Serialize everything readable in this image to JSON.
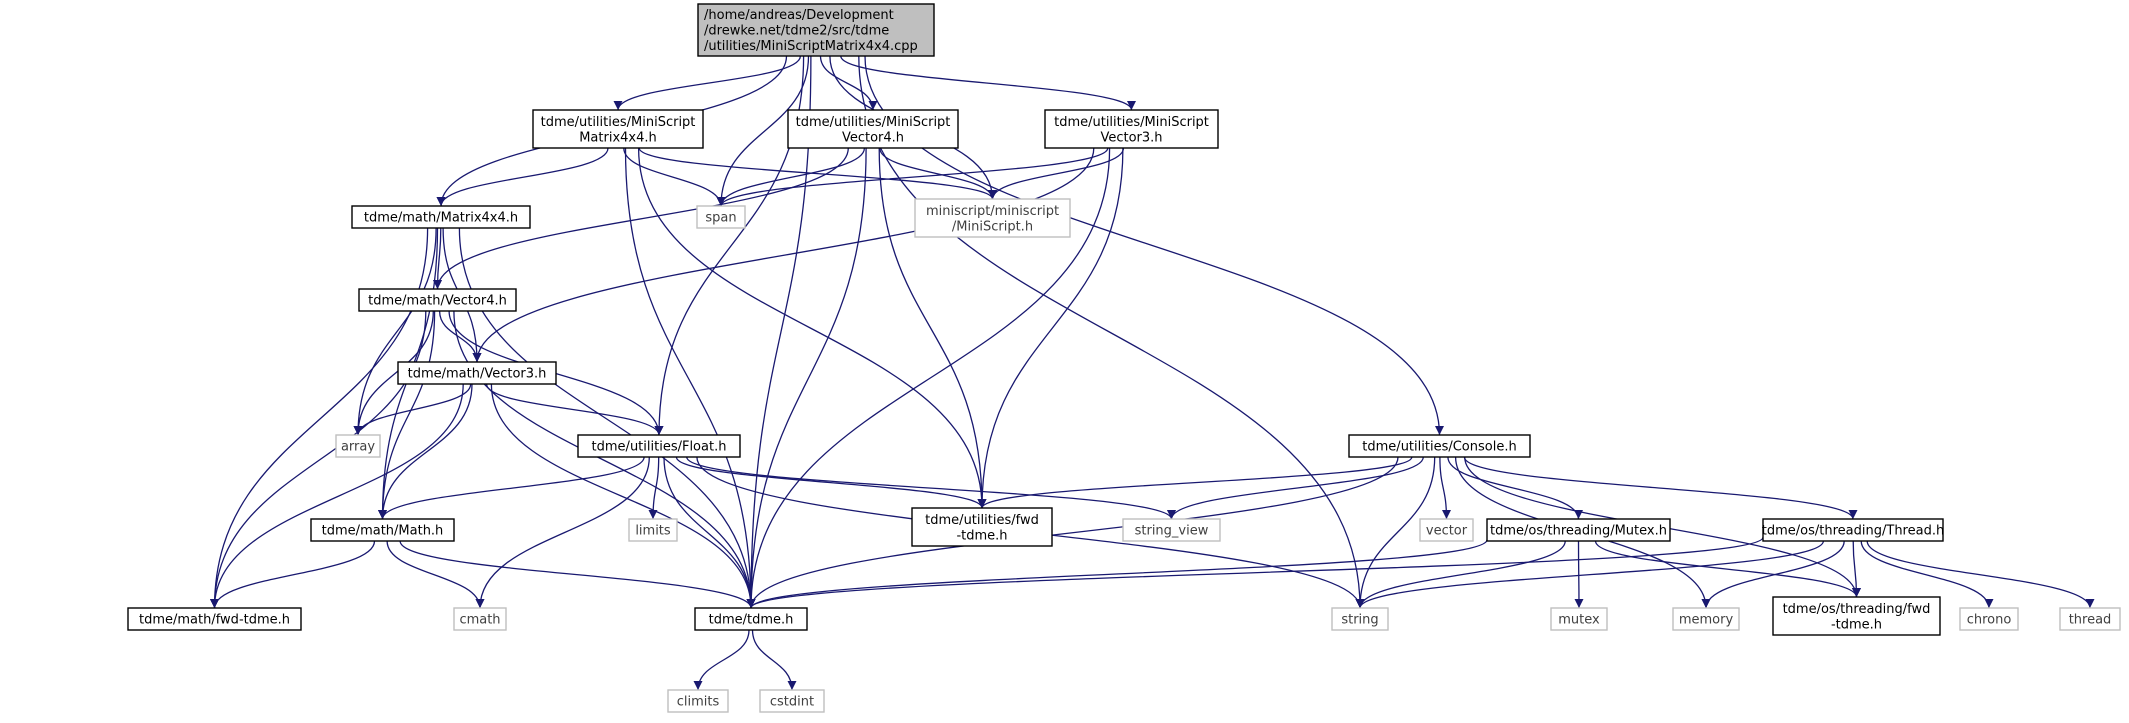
{
  "nodes": [
    {
      "id": "root",
      "lines": [
        "/home/andreas/Development",
        "/drewke.net/tdme2/src/tdme",
        "/utilities/MiniScriptMatrix4x4.cpp"
      ],
      "style": "root"
    },
    {
      "id": "ms_matrix_h",
      "lines": [
        "tdme/utilities/MiniScript",
        "Matrix4x4.h"
      ],
      "style": "black"
    },
    {
      "id": "ms_vector4_h",
      "lines": [
        "tdme/utilities/MiniScript",
        "Vector4.h"
      ],
      "style": "black"
    },
    {
      "id": "ms_vector3_h",
      "lines": [
        "tdme/utilities/MiniScript",
        "Vector3.h"
      ],
      "style": "black"
    },
    {
      "id": "matrix4x4_h",
      "lines": [
        "tdme/math/Matrix4x4.h"
      ],
      "style": "black"
    },
    {
      "id": "span",
      "lines": [
        "span"
      ],
      "style": "gray"
    },
    {
      "id": "miniscript_h",
      "lines": [
        "miniscript/miniscript",
        "/MiniScript.h"
      ],
      "style": "gray"
    },
    {
      "id": "vector4_h",
      "lines": [
        "tdme/math/Vector4.h"
      ],
      "style": "black"
    },
    {
      "id": "vector3_h",
      "lines": [
        "tdme/math/Vector3.h"
      ],
      "style": "black"
    },
    {
      "id": "array",
      "lines": [
        "array"
      ],
      "style": "gray"
    },
    {
      "id": "float_h",
      "lines": [
        "tdme/utilities/Float.h"
      ],
      "style": "black"
    },
    {
      "id": "console_h",
      "lines": [
        "tdme/utilities/Console.h"
      ],
      "style": "black"
    },
    {
      "id": "math_h",
      "lines": [
        "tdme/math/Math.h"
      ],
      "style": "black"
    },
    {
      "id": "limits",
      "lines": [
        "limits"
      ],
      "style": "gray"
    },
    {
      "id": "fwd_util",
      "lines": [
        "tdme/utilities/fwd",
        "-tdme.h"
      ],
      "style": "black"
    },
    {
      "id": "string_view",
      "lines": [
        "string_view"
      ],
      "style": "gray"
    },
    {
      "id": "vector",
      "lines": [
        "vector"
      ],
      "style": "gray"
    },
    {
      "id": "mutex_h",
      "lines": [
        "tdme/os/threading/Mutex.h"
      ],
      "style": "black"
    },
    {
      "id": "thread_h",
      "lines": [
        "tdme/os/threading/Thread.h"
      ],
      "style": "black"
    },
    {
      "id": "fwd_math",
      "lines": [
        "tdme/math/fwd-tdme.h"
      ],
      "style": "black"
    },
    {
      "id": "cmath",
      "lines": [
        "cmath"
      ],
      "style": "gray"
    },
    {
      "id": "tdme_h",
      "lines": [
        "tdme/tdme.h"
      ],
      "style": "black"
    },
    {
      "id": "string",
      "lines": [
        "string"
      ],
      "style": "gray"
    },
    {
      "id": "mutex",
      "lines": [
        "mutex"
      ],
      "style": "gray"
    },
    {
      "id": "memory",
      "lines": [
        "memory"
      ],
      "style": "gray"
    },
    {
      "id": "fwd_thread",
      "lines": [
        "tdme/os/threading/fwd",
        "-tdme.h"
      ],
      "style": "black"
    },
    {
      "id": "chrono",
      "lines": [
        "chrono"
      ],
      "style": "gray"
    },
    {
      "id": "thread",
      "lines": [
        "thread"
      ],
      "style": "gray"
    },
    {
      "id": "climits",
      "lines": [
        "climits"
      ],
      "style": "gray"
    },
    {
      "id": "cstdint",
      "lines": [
        "cstdint"
      ],
      "style": "gray"
    }
  ],
  "edges": [
    [
      "root",
      "ms_matrix_h"
    ],
    [
      "root",
      "ms_vector4_h"
    ],
    [
      "root",
      "ms_vector3_h"
    ],
    [
      "root",
      "matrix4x4_h"
    ],
    [
      "root",
      "span"
    ],
    [
      "root",
      "miniscript_h"
    ],
    [
      "root",
      "float_h"
    ],
    [
      "root",
      "console_h"
    ],
    [
      "root",
      "tdme_h"
    ],
    [
      "root",
      "string"
    ],
    [
      "ms_matrix_h",
      "matrix4x4_h"
    ],
    [
      "ms_matrix_h",
      "span"
    ],
    [
      "ms_matrix_h",
      "miniscript_h"
    ],
    [
      "ms_matrix_h",
      "tdme_h"
    ],
    [
      "ms_matrix_h",
      "fwd_util"
    ],
    [
      "ms_vector4_h",
      "span"
    ],
    [
      "ms_vector4_h",
      "miniscript_h"
    ],
    [
      "ms_vector4_h",
      "vector4_h"
    ],
    [
      "ms_vector4_h",
      "tdme_h"
    ],
    [
      "ms_vector4_h",
      "fwd_util"
    ],
    [
      "ms_vector3_h",
      "span"
    ],
    [
      "ms_vector3_h",
      "miniscript_h"
    ],
    [
      "ms_vector3_h",
      "vector3_h"
    ],
    [
      "ms_vector3_h",
      "tdme_h"
    ],
    [
      "ms_vector3_h",
      "fwd_util"
    ],
    [
      "matrix4x4_h",
      "vector4_h"
    ],
    [
      "matrix4x4_h",
      "vector3_h"
    ],
    [
      "matrix4x4_h",
      "array"
    ],
    [
      "matrix4x4_h",
      "math_h"
    ],
    [
      "matrix4x4_h",
      "fwd_math"
    ],
    [
      "matrix4x4_h",
      "tdme_h"
    ],
    [
      "vector4_h",
      "vector3_h"
    ],
    [
      "vector4_h",
      "array"
    ],
    [
      "vector4_h",
      "float_h"
    ],
    [
      "vector4_h",
      "math_h"
    ],
    [
      "vector4_h",
      "fwd_math"
    ],
    [
      "vector4_h",
      "tdme_h"
    ],
    [
      "vector3_h",
      "array"
    ],
    [
      "vector3_h",
      "float_h"
    ],
    [
      "vector3_h",
      "math_h"
    ],
    [
      "vector3_h",
      "fwd_math"
    ],
    [
      "vector3_h",
      "tdme_h"
    ],
    [
      "float_h",
      "math_h"
    ],
    [
      "float_h",
      "limits"
    ],
    [
      "float_h",
      "fwd_util"
    ],
    [
      "float_h",
      "string_view"
    ],
    [
      "float_h",
      "cmath"
    ],
    [
      "float_h",
      "tdme_h"
    ],
    [
      "float_h",
      "string"
    ],
    [
      "math_h",
      "fwd_math"
    ],
    [
      "math_h",
      "cmath"
    ],
    [
      "math_h",
      "tdme_h"
    ],
    [
      "console_h",
      "fwd_util"
    ],
    [
      "console_h",
      "string_view"
    ],
    [
      "console_h",
      "vector"
    ],
    [
      "console_h",
      "mutex_h"
    ],
    [
      "console_h",
      "thread_h"
    ],
    [
      "console_h",
      "tdme_h"
    ],
    [
      "console_h",
      "string"
    ],
    [
      "console_h",
      "memory"
    ],
    [
      "console_h",
      "fwd_thread"
    ],
    [
      "mutex_h",
      "tdme_h"
    ],
    [
      "mutex_h",
      "string"
    ],
    [
      "mutex_h",
      "mutex"
    ],
    [
      "mutex_h",
      "fwd_thread"
    ],
    [
      "thread_h",
      "tdme_h"
    ],
    [
      "thread_h",
      "string"
    ],
    [
      "thread_h",
      "memory"
    ],
    [
      "thread_h",
      "fwd_thread"
    ],
    [
      "thread_h",
      "chrono"
    ],
    [
      "thread_h",
      "thread"
    ],
    [
      "tdme_h",
      "climits"
    ],
    [
      "tdme_h",
      "cstdint"
    ]
  ],
  "colors": {
    "edge": "#191970",
    "root_fill": "#bfbfbf",
    "black_border": "#000000",
    "gray_border": "#bfbfbf",
    "gray_text": "#404040"
  }
}
